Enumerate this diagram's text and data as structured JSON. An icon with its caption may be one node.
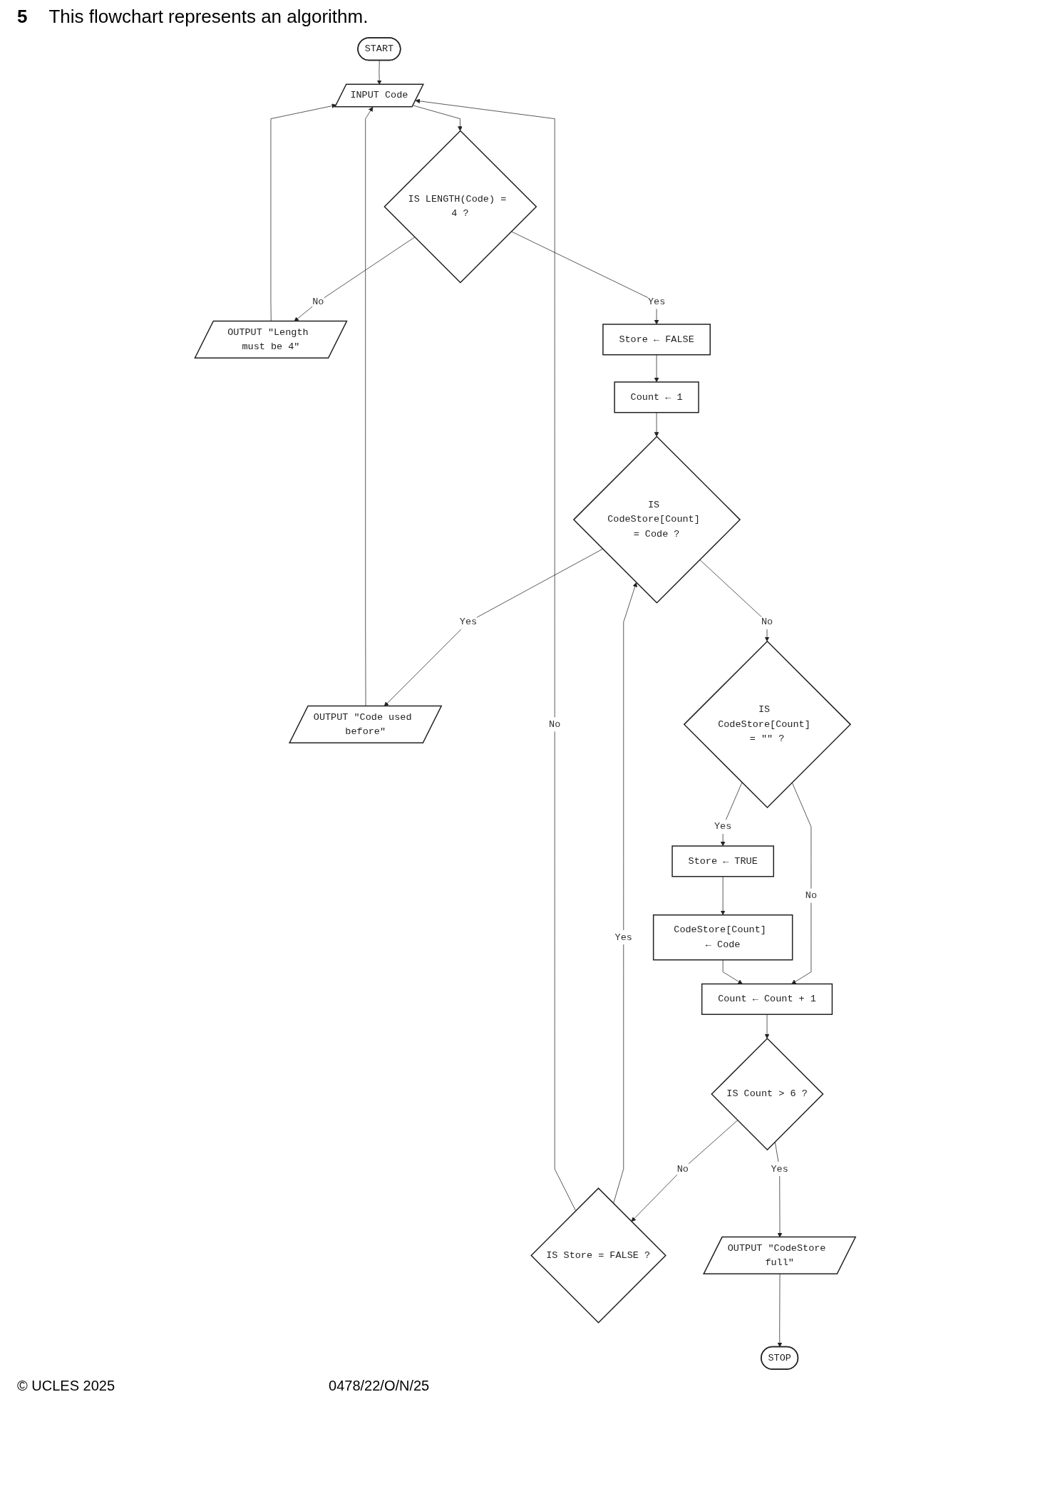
{
  "diagram": {
    "title": "This flowchart represents an algorithm.",
    "nodes": [
      {
        "text": [
          "START"
        ]
      },
      {
        "text": [
          "INPUT Code"
        ]
      },
      {
        "text": [
          "OUTPUT \"Length must be 4\""
        ]
      },
      {
        "text": [
          "IS LENGTH(Code) = 4 ?"
        ]
      },
      {
        "text": [
          "Store ← FALSE"
        ]
      },
      {
        "text": [
          "OUTPUT \"Code used before\""
        ]
      },
      {
        "text": [
          "Count ← 1"
        ]
      },
      {
        "text": [
          "IS Store = FALSE ?"
        ]
      },
      {
        "text": [
          "IS CodeStore[Count] = Code ?"
        ]
      },
      {
        "text": [
          "IS CodeStore[Count] = \"\" ?"
        ]
      },
      {
        "text": [
          "Store ← TRUE"
        ]
      },
      {
        "text": [
          "CodeStore[Count] ← Code"
        ]
      },
      {
        "text": [
          "Count ← Count + 1"
        ]
      },
      {
        "text": [
          "IS Count > 6 ?"
        ]
      },
      {
        "text": [
          "OUTPUT \"CodeStore full\""
        ]
      },
      {
        "text": [
          "STOP"
        ]
      }
    ],
    "edges": [
      {
        "from": 0,
        "to": 1,
        "arrow": "to"
      },
      {
        "from": 1,
        "to": 3,
        "arrow": "to"
      },
      {
        "from": 3,
        "to": 2,
        "label": "No",
        "arrow": "to"
      },
      {
        "from": 2,
        "to": 1,
        "arrow": "to"
      },
      {
        "from": 3,
        "to": 4,
        "label": "Yes",
        "arrow": "to"
      },
      {
        "from": 4,
        "to": 6,
        "arrow": "to"
      },
      {
        "from": 6,
        "to": 8,
        "arrow": "to"
      },
      {
        "from": 7,
        "to": 8,
        "label": "Yes",
        "arrow": "to"
      },
      {
        "from": 7,
        "to": 1,
        "label": "No",
        "arrow": "to"
      },
      {
        "from": 8,
        "to": 5,
        "label": "Yes",
        "arrow": "to"
      },
      {
        "from": 5,
        "to": 1,
        "arrow": "to"
      },
      {
        "from": 8,
        "to": 9,
        "label": "No",
        "arrow": "to"
      },
      {
        "from": 9,
        "to": 10,
        "label": "Yes",
        "arrow": "to"
      },
      {
        "from": 9,
        "to": 12,
        "label": "No",
        "arrow": "to"
      },
      {
        "from": 10,
        "to": 11,
        "arrow": "to"
      },
      {
        "from": 11,
        "to": 12,
        "arrow": "to"
      },
      {
        "from": 12,
        "to": 13,
        "arrow": "to"
      },
      {
        "from": 13,
        "to": 7,
        "label": "No",
        "arrow": "to"
      },
      {
        "from": 13,
        "to": 14,
        "label": "Yes",
        "arrow": "to"
      },
      {
        "from": 14,
        "to": 15,
        "arrow": "to"
      }
    ],
    "labels": [
      "5",
      "© UCLES 2025",
      "0478/22/O/N/25"
    ]
  }
}
